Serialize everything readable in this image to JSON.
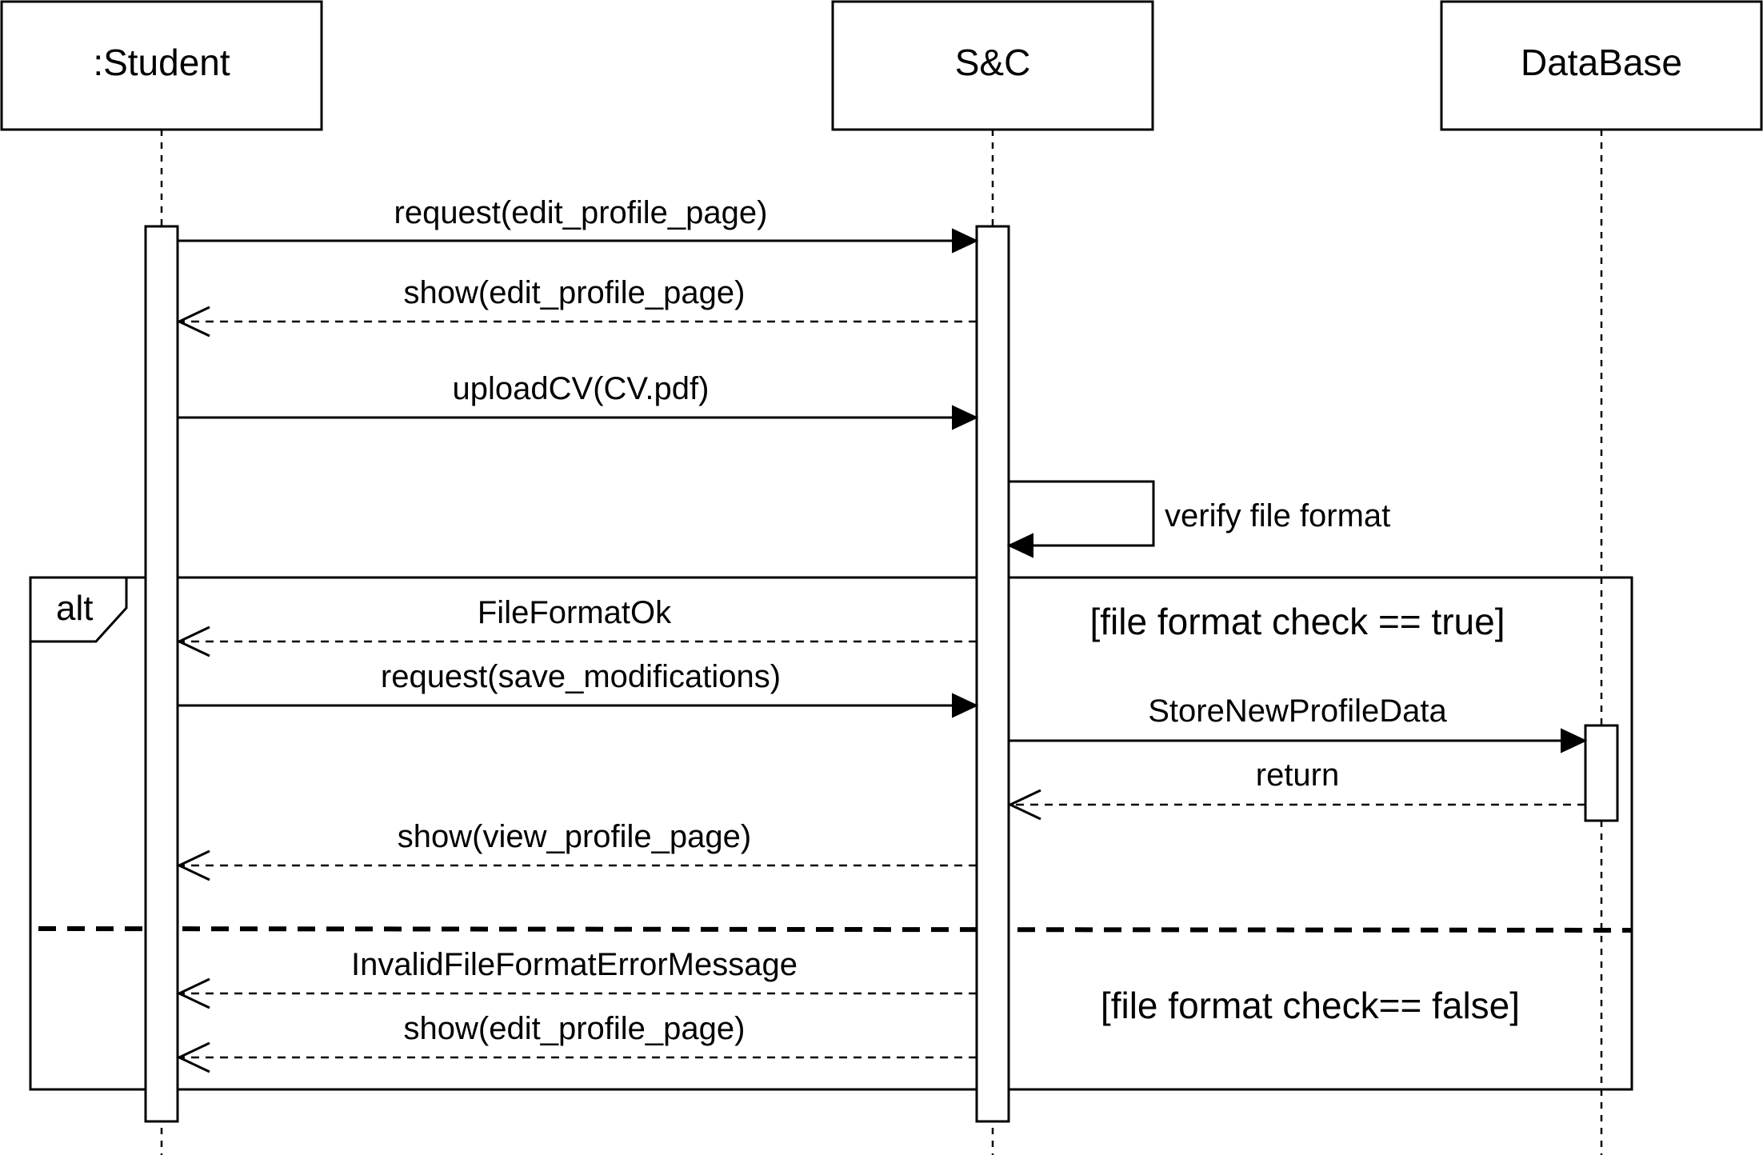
{
  "participants": [
    {
      "name": ":Student"
    },
    {
      "name": "S&C"
    },
    {
      "name": "DataBase"
    }
  ],
  "messages": {
    "m1": "request(edit_profile_page)",
    "m2": "show(edit_profile_page)",
    "m3": "uploadCV(CV.pdf)",
    "self": "verify file format",
    "m4": "FileFormatOk",
    "m5": "request(save_modifications)",
    "m6": "StoreNewProfileData",
    "m7": "return",
    "m8": "show(view_profile_page)",
    "m9": "InvalidFileFormatErrorMessage",
    "m10": "show(edit_profile_page)"
  },
  "fragment": {
    "operator": "alt",
    "guard_true": "[file format check == true]",
    "guard_false": "[file format check== false]"
  }
}
